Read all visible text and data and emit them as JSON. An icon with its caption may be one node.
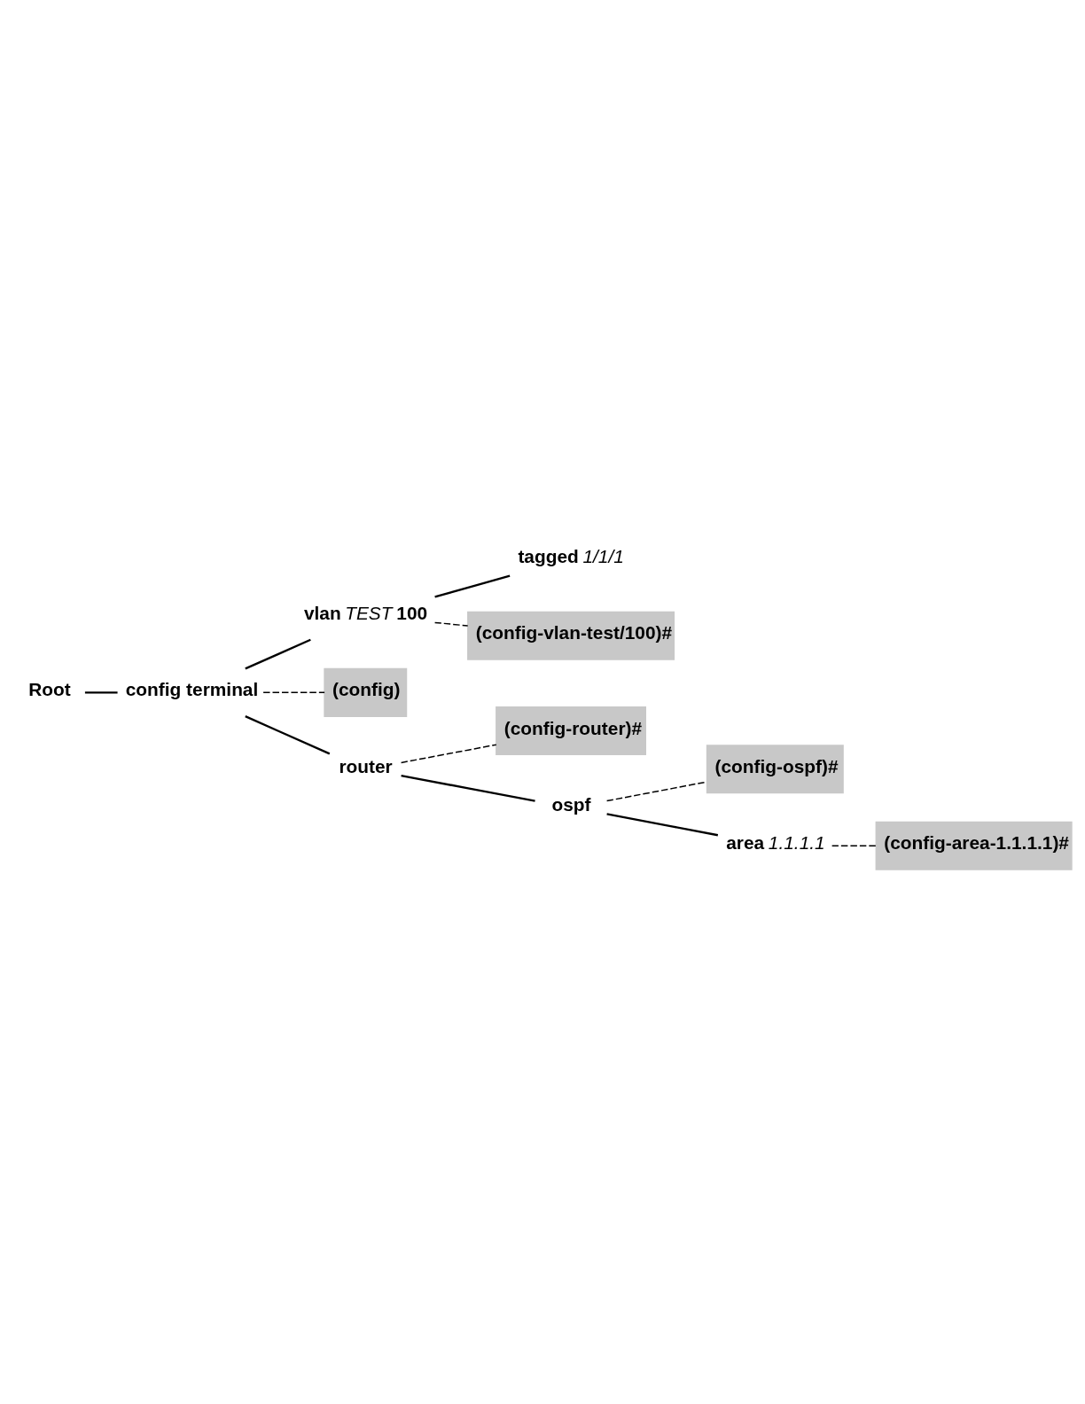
{
  "diagram": {
    "nodes": [
      {
        "text": [
          "Root"
        ]
      },
      {
        "text": [
          "tagged *1/1/1*"
        ]
      },
      {
        "text": [
          "(config-vlan-test/100)#"
        ]
      },
      {
        "text": [
          "vlan *TEST* 100"
        ]
      },
      {
        "text": [
          "config terminal"
        ]
      },
      {
        "text": [
          "(config)"
        ]
      },
      {
        "text": [
          "router"
        ]
      },
      {
        "text": [
          "(config-router)#"
        ]
      },
      {
        "text": [
          "ospf"
        ]
      },
      {
        "text": [
          "(config-ospf)#"
        ]
      },
      {
        "text": [
          "area *1.1.1.1*"
        ]
      },
      {
        "text": [
          "(config-area-1.1.1.1)#"
        ]
      }
    ],
    "edges": [
      {
        "from": 0,
        "to": 4,
        "arrow": "none"
      },
      {
        "from": 4,
        "to": 3,
        "arrow": "none"
      },
      {
        "from": 3,
        "to": 1,
        "arrow": "none"
      },
      {
        "from": 3,
        "to": 2,
        "arrow": "none",
        "style": "dashed"
      },
      {
        "from": 4,
        "to": 5,
        "arrow": "none",
        "style": "dashed"
      },
      {
        "from": 4,
        "to": 6,
        "arrow": "none"
      },
      {
        "from": 6,
        "to": 7,
        "arrow": "none",
        "style": "dashed"
      },
      {
        "from": 6,
        "to": 8,
        "arrow": "none"
      },
      {
        "from": 8,
        "to": 9,
        "arrow": "none",
        "style": "dashed"
      },
      {
        "from": 8,
        "to": 10,
        "arrow": "none"
      },
      {
        "from": 10,
        "to": 11,
        "arrow": "none",
        "style": "dashed"
      }
    ]
  }
}
